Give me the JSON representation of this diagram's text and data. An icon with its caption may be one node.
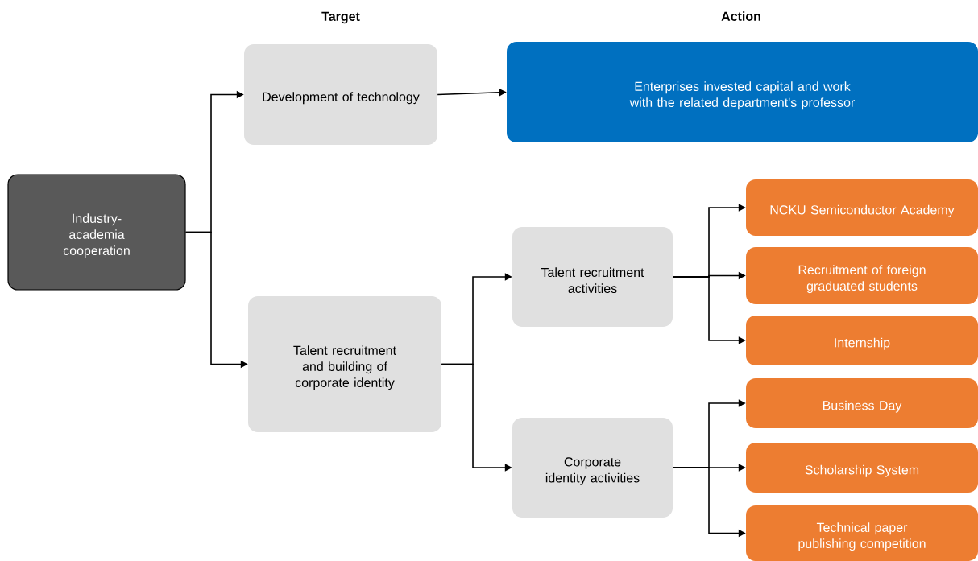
{
  "diagram": {
    "nodes": [
      {
        "text": [
          "Industry-academia cooperation"
        ]
      },
      {
        "text": [
          "Development of technology"
        ]
      },
      {
        "text": [
          "Talent recruitment and building of corporate identity"
        ]
      },
      {
        "text": [
          "Enterprises invested capital and work with the related department's professor"
        ]
      },
      {
        "text": [
          "Talent recruitment activities"
        ]
      },
      {
        "text": [
          "Corporate identity activities"
        ]
      },
      {
        "text": [
          "NCKU Semiconductor Academy"
        ]
      },
      {
        "text": [
          "Recruitment of foreign graduated students"
        ]
      },
      {
        "text": [
          "Internship"
        ]
      },
      {
        "text": [
          "Business Day"
        ]
      },
      {
        "text": [
          "Scholarship System"
        ]
      },
      {
        "text": [
          "Technical paper publishing competition"
        ]
      }
    ],
    "edges": [
      {
        "from": 0,
        "to": 1,
        "arrow": "to"
      },
      {
        "from": 0,
        "to": 2,
        "arrow": "to"
      },
      {
        "from": 1,
        "to": 3,
        "arrow": "to"
      },
      {
        "from": 2,
        "to": 4,
        "arrow": "to"
      },
      {
        "from": 2,
        "to": 5,
        "arrow": "to"
      },
      {
        "from": 4,
        "to": 6,
        "arrow": "to"
      },
      {
        "from": 4,
        "to": 7,
        "arrow": "to"
      },
      {
        "from": 4,
        "to": 8,
        "arrow": "to"
      },
      {
        "from": 5,
        "to": 9,
        "arrow": "to"
      },
      {
        "from": 5,
        "to": 10,
        "arrow": "to"
      },
      {
        "from": 5,
        "to": 11,
        "arrow": "to"
      }
    ],
    "labels": [
      "Target",
      "Action"
    ]
  }
}
